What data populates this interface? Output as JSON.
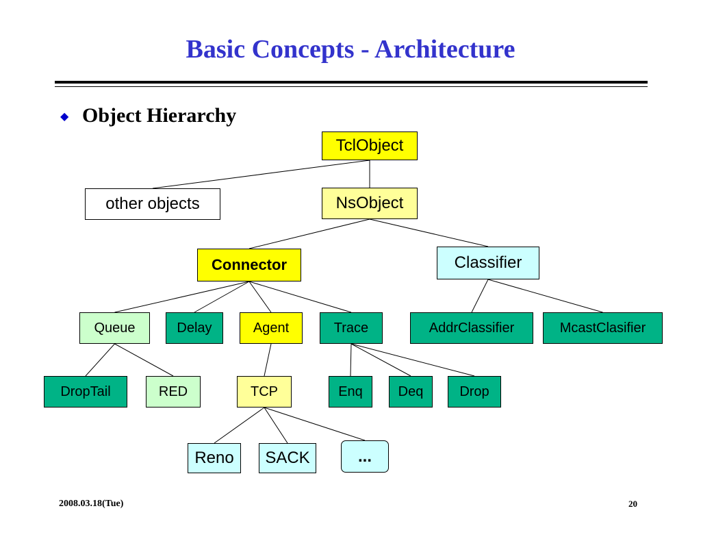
{
  "slide": {
    "title": "Basic Concepts - Architecture",
    "bullet": "Object Hierarchy",
    "date": "2008.03.18(Tue)",
    "page_number": "20"
  },
  "colors": {
    "title": "#3333cc",
    "bullet": "#0000cc",
    "yellow": "#ffff00",
    "light_yellow": "#ffff99",
    "white": "#ffffff",
    "light_cyan": "#ccffff",
    "light_green": "#ccffcc",
    "teal": "#00b386"
  },
  "diagram": {
    "nodes": [
      {
        "id": "tclobject",
        "label": "TclObject",
        "fill": "yellow"
      },
      {
        "id": "other",
        "label": "other objects",
        "fill": "white"
      },
      {
        "id": "nsobject",
        "label": "NsObject",
        "fill": "light_yellow"
      },
      {
        "id": "connector",
        "label": "Connector",
        "fill": "yellow",
        "bold": true
      },
      {
        "id": "classifier",
        "label": "Classifier",
        "fill": "light_cyan"
      },
      {
        "id": "queue",
        "label": "Queue",
        "fill": "light_green"
      },
      {
        "id": "delay",
        "label": "Delay",
        "fill": "teal"
      },
      {
        "id": "agent",
        "label": "Agent",
        "fill": "yellow"
      },
      {
        "id": "trace",
        "label": "Trace",
        "fill": "teal"
      },
      {
        "id": "addrclassifier",
        "label": "AddrClassifier",
        "fill": "teal"
      },
      {
        "id": "mcastclasifier",
        "label": "McastClasifier",
        "fill": "teal"
      },
      {
        "id": "droptail",
        "label": "DropTail",
        "fill": "teal"
      },
      {
        "id": "red",
        "label": "RED",
        "fill": "light_green"
      },
      {
        "id": "tcp",
        "label": "TCP",
        "fill": "light_yellow"
      },
      {
        "id": "enq",
        "label": "Enq",
        "fill": "teal"
      },
      {
        "id": "deq",
        "label": "Deq",
        "fill": "teal"
      },
      {
        "id": "drop",
        "label": "Drop",
        "fill": "teal"
      },
      {
        "id": "reno",
        "label": "Reno",
        "fill": "light_cyan"
      },
      {
        "id": "sack",
        "label": "SACK",
        "fill": "light_cyan"
      },
      {
        "id": "more",
        "label": "...",
        "fill": "light_cyan",
        "bold": true,
        "rounded": true
      }
    ],
    "edges": [
      [
        "tclobject",
        "other"
      ],
      [
        "tclobject",
        "nsobject"
      ],
      [
        "nsobject",
        "connector"
      ],
      [
        "nsobject",
        "classifier"
      ],
      [
        "connector",
        "queue"
      ],
      [
        "connector",
        "delay"
      ],
      [
        "connector",
        "agent"
      ],
      [
        "connector",
        "trace"
      ],
      [
        "classifier",
        "addrclassifier"
      ],
      [
        "classifier",
        "mcastclasifier"
      ],
      [
        "queue",
        "droptail"
      ],
      [
        "queue",
        "red"
      ],
      [
        "agent",
        "tcp"
      ],
      [
        "trace",
        "enq"
      ],
      [
        "trace",
        "deq"
      ],
      [
        "trace",
        "drop"
      ],
      [
        "tcp",
        "reno"
      ],
      [
        "tcp",
        "sack"
      ],
      [
        "tcp",
        "more"
      ]
    ]
  }
}
